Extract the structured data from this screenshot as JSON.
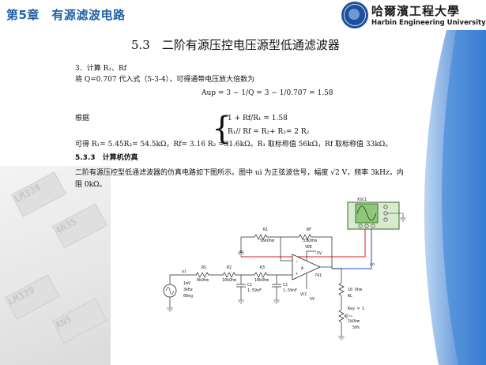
{
  "header": {
    "chapter": "第5章　有源滤波电路",
    "university_cn": "哈爾濱工程大學",
    "university_en": "Harbin Engineering University"
  },
  "slide": {
    "title": "5.3　二阶有源压控电压源型低通滤波器",
    "step3": "3．计算 R₁、Rf",
    "substitute": "将 Q=0.707 代入式（5-3-4），可得通带电压放大倍数为",
    "formula": "Aup = 3 − 1/Q = 3 − 1/0.707 = 1.58",
    "basis": "根据",
    "eq1": "1 + Rf/R₁ = 1.58",
    "eq2": "R₁// Rf = R₂+ R₃= 2 R₂",
    "result": "可得 R₁= 5.45R₂= 54.5kΩ，Rf= 3.16 R₂ =31.6kΩ。R₁ 取标称值 56kΩ，Rf 取标称值 33kΩ。",
    "subsection": "5.3.3　计算机仿真",
    "sim_line1": "二阶有源压控型低通滤波器的仿真电路如下图所示。图中 ui 为正弦波信号，幅度 √2 V，频率 3kHz，内",
    "sim_line2": "阻 0kΩ。"
  },
  "circuit": {
    "xsc": "XSC1",
    "r1": "R1",
    "r1_val": "56kOhm",
    "rf": "RF",
    "rf_val": "33kOhm",
    "rs": "RS",
    "rs_val": "0kOhm",
    "r2": "R2",
    "r2_val": "10kOhm",
    "r3": "R3",
    "r3_val": "10kOhm",
    "c1": "C1",
    "c1_val": "1.59nF",
    "c2": "C2",
    "c2_val": "1.59nF",
    "ui": "ui",
    "uo": "uo",
    "src_label": "1mV",
    "src_freq": "3kHz",
    "src_phase": "0Deg",
    "opamp": "741",
    "vee": "VEE",
    "vee_val": "-5V",
    "vcc": "VCC",
    "vcc_val": "5V",
    "rl": "RL",
    "rl_val": "10 Ohm",
    "rw": "Key = 1",
    "rw_val": "1kOhm",
    "rw_pct": "50%",
    "colors": {
      "trace_red": "#d42020",
      "trace_blue": "#2a40c8",
      "scope_green": "#8fc77a"
    }
  }
}
